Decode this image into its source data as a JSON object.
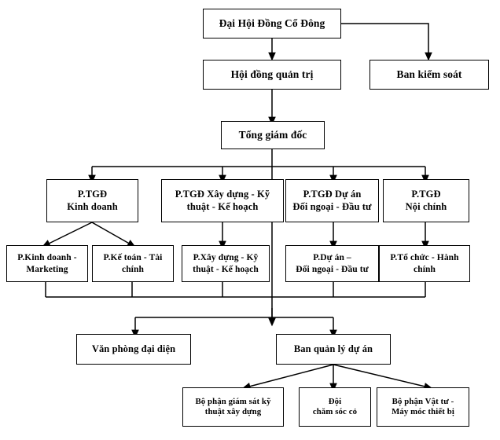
{
  "chart": {
    "type": "org-chart",
    "title": "So do to chuc cong ty",
    "language": "vi",
    "box_fill": "#ffffff",
    "box_stroke": "#000000",
    "connector_color": "#000000",
    "background": "#ffffff"
  },
  "nodes": {
    "shareholders_meeting": {
      "label": "Đại Hội Đồng Cổ Đông",
      "level": 1
    },
    "board_of_directors": {
      "label": "Hội đồng quản trị",
      "level": 2
    },
    "supervisory_board": {
      "label": "Ban kiểm soát",
      "level": 2
    },
    "general_director": {
      "label": "Tổng giám đốc",
      "level": 3
    },
    "dgd_business_l1": {
      "label": "P.TGĐ",
      "label2": "Kinh doanh",
      "level": 4
    },
    "dgd_construction_l1": {
      "label": "P.TGĐ Xây dựng - Kỹ",
      "label2": "thuật - Kế hoạch",
      "level": 4
    },
    "dgd_project_l1": {
      "label": "P.TGĐ Dự án",
      "label2": "Đối ngoại - Đầu tư",
      "level": 4
    },
    "dgd_internal_l1": {
      "label": "P.TGĐ",
      "label2": "Nội chính",
      "level": 4
    },
    "dept_business": {
      "label": "P.Kinh doanh -",
      "label2": "Marketing",
      "level": 5
    },
    "dept_accounting": {
      "label": "P.Kế toán - Tài",
      "label2": "chính",
      "level": 5
    },
    "dept_construction": {
      "label": "P.Xây dựng - Kỹ",
      "label2": "thuật - Kế hoạch",
      "level": 5
    },
    "dept_project": {
      "label": "P.Dự án –",
      "label2": "Đối ngoại - Đầu tư",
      "level": 5
    },
    "dept_organization": {
      "label": "P.Tổ chức - Hành",
      "label2": "chính",
      "level": 5
    },
    "rep_office": {
      "label": "Văn phòng đại diện",
      "level": 6
    },
    "project_mgmt_board": {
      "label": "Ban quản lý dự án",
      "level": 6
    },
    "unit_supervision": {
      "label": "Bộ phận giám sát kỹ",
      "label2": "thuật xây dựng",
      "level": 7
    },
    "unit_lawn_care": {
      "label": "Đội",
      "label2": "chăm sóc cỏ",
      "level": 7
    },
    "unit_materials": {
      "label": "Bộ phận Vật tư -",
      "label2": "Máy móc thiết bị",
      "level": 7
    }
  }
}
